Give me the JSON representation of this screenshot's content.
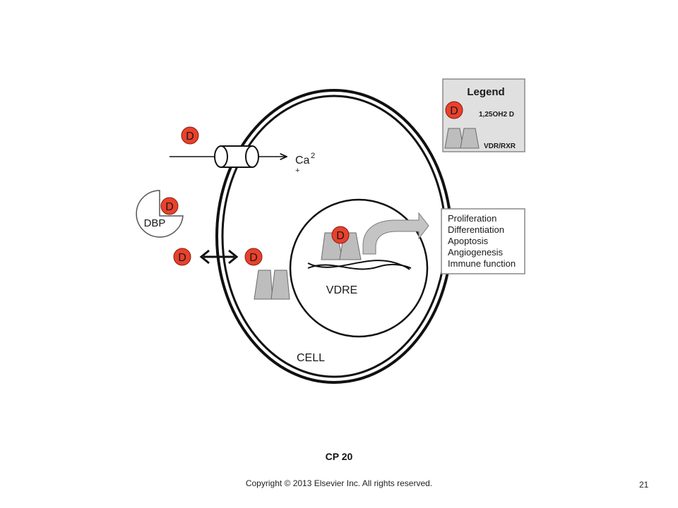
{
  "diagram": {
    "legend_title": "Legend",
    "legend_d_label": "1,25OH2 D",
    "legend_vdr_label": "VDR/RXR",
    "molecule_label": "D",
    "calcium_label": "Ca",
    "calcium_superscript": "2",
    "calcium_charge": "+",
    "dbp_label": "DBP",
    "vdre_label": "VDRE",
    "cell_label": "CELL",
    "effects": [
      "Proliferation",
      "Differentiation",
      "Apoptosis",
      "Angiogenesis",
      "Immune function"
    ]
  },
  "slide": {
    "caption": "CP 20",
    "copyright": "Copyright © 2013 Elsevier Inc. All rights reserved.",
    "page_number": "21"
  },
  "colors": {
    "d_fill": "#e8412c",
    "receptor_fill": "#bdbdbd",
    "legend_bg": "#e0e0e0",
    "arrow_gray": "#c4c4c4"
  }
}
